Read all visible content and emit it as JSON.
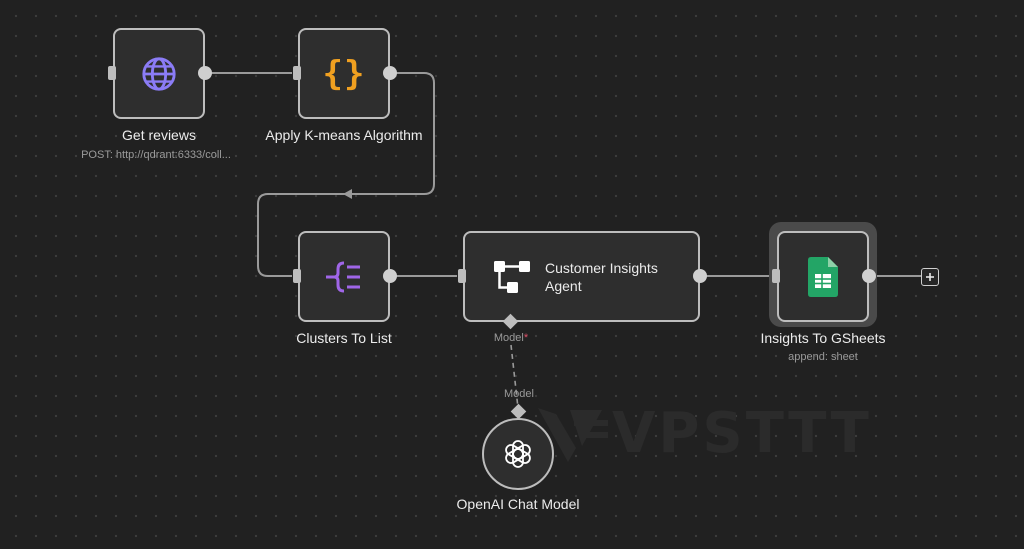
{
  "canvas": {
    "background": "#212121",
    "node_border": "#bdbdbd",
    "connector_color": "#9a9a9a"
  },
  "watermark": {
    "text": "VPSTTT"
  },
  "nodes": {
    "get_reviews": {
      "label": "Get reviews",
      "subtitle": "POST: http://qdrant:6333/coll...",
      "icon": "globe-icon",
      "icon_color": "#8b7cf6"
    },
    "kmeans": {
      "label": "Apply K-means Algorithm",
      "icon": "code-braces-icon",
      "icon_text": "{}",
      "icon_color": "#f0a020"
    },
    "clusters": {
      "label": "Clusters To List",
      "icon": "split-out-icon",
      "icon_color": "#a066e8"
    },
    "agent": {
      "label": "Customer Insights Agent",
      "icon": "agent-flow-icon",
      "icon_color": "#ffffff",
      "port_label": "Model",
      "port_required": "*"
    },
    "gsheets": {
      "label": "Insights To GSheets",
      "subtitle": "append: sheet",
      "icon": "google-sheets-icon",
      "icon_color": "#23a566"
    },
    "openai": {
      "label": "OpenAI Chat Model",
      "icon": "openai-icon",
      "icon_color": "#ffffff",
      "port_label": "Model"
    }
  }
}
